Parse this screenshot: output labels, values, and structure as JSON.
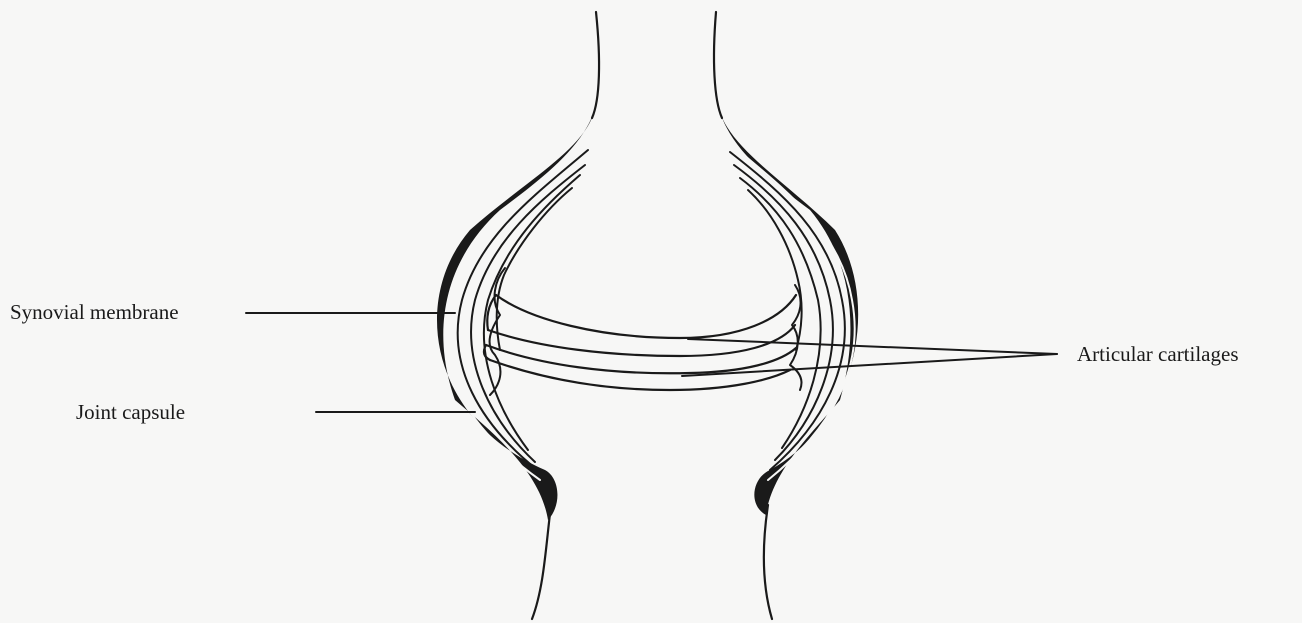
{
  "labels": {
    "synovial_membrane": "Synovial membrane",
    "joint_capsule": "Joint capsule",
    "articular_cartilages": "Articular cartilages"
  },
  "colors": {
    "ink": "#1a1a1a",
    "paper": "#f7f7f6"
  }
}
